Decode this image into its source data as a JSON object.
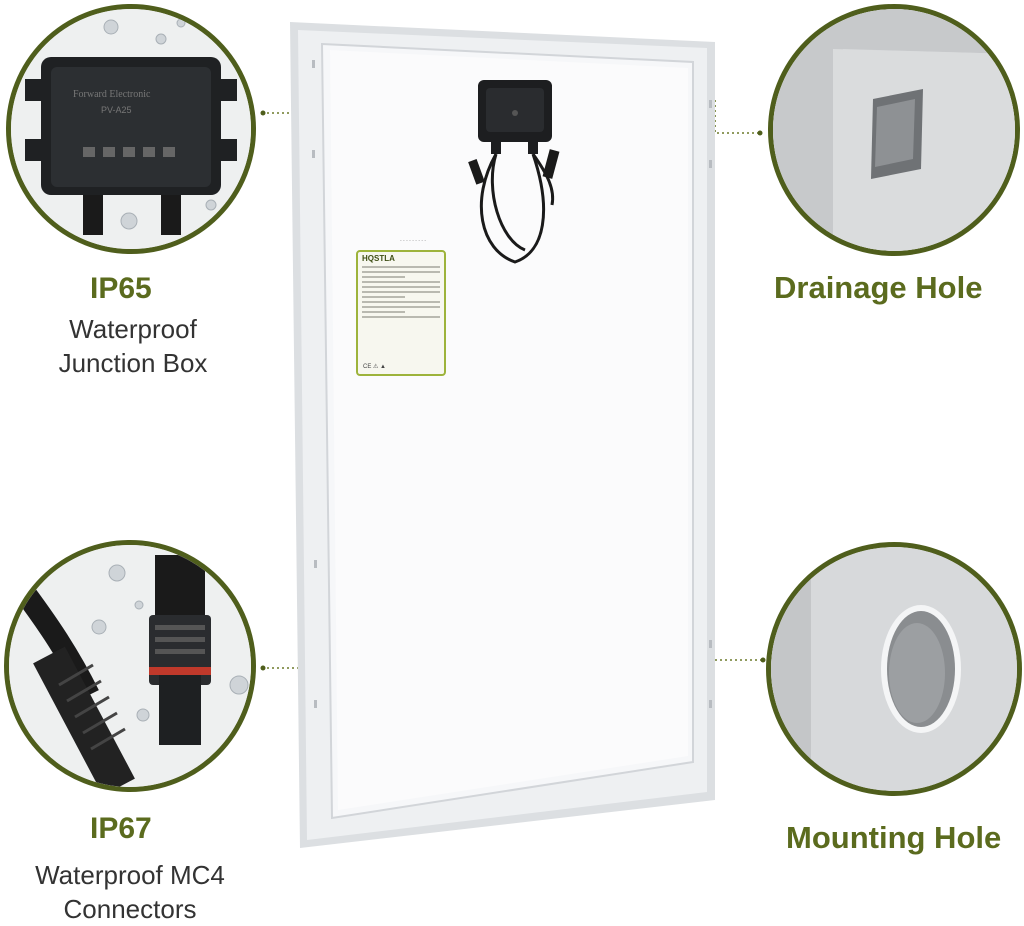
{
  "features": {
    "junction_box": {
      "strong": "IP65",
      "line1": "Waterproof",
      "line2": "Junction Box"
    },
    "connectors": {
      "strong": "IP67",
      "line1": "Waterproof MC4",
      "line2": "Connectors"
    },
    "drainage": {
      "strong": "Drainage Hole"
    },
    "mounting": {
      "strong": "Mounting Hole"
    }
  },
  "sticker": {
    "brand": "HQSTLA"
  },
  "colors": {
    "accent": "#5b6b1e",
    "ring": "#4f5e1c",
    "frame": "#e4e6e8"
  }
}
